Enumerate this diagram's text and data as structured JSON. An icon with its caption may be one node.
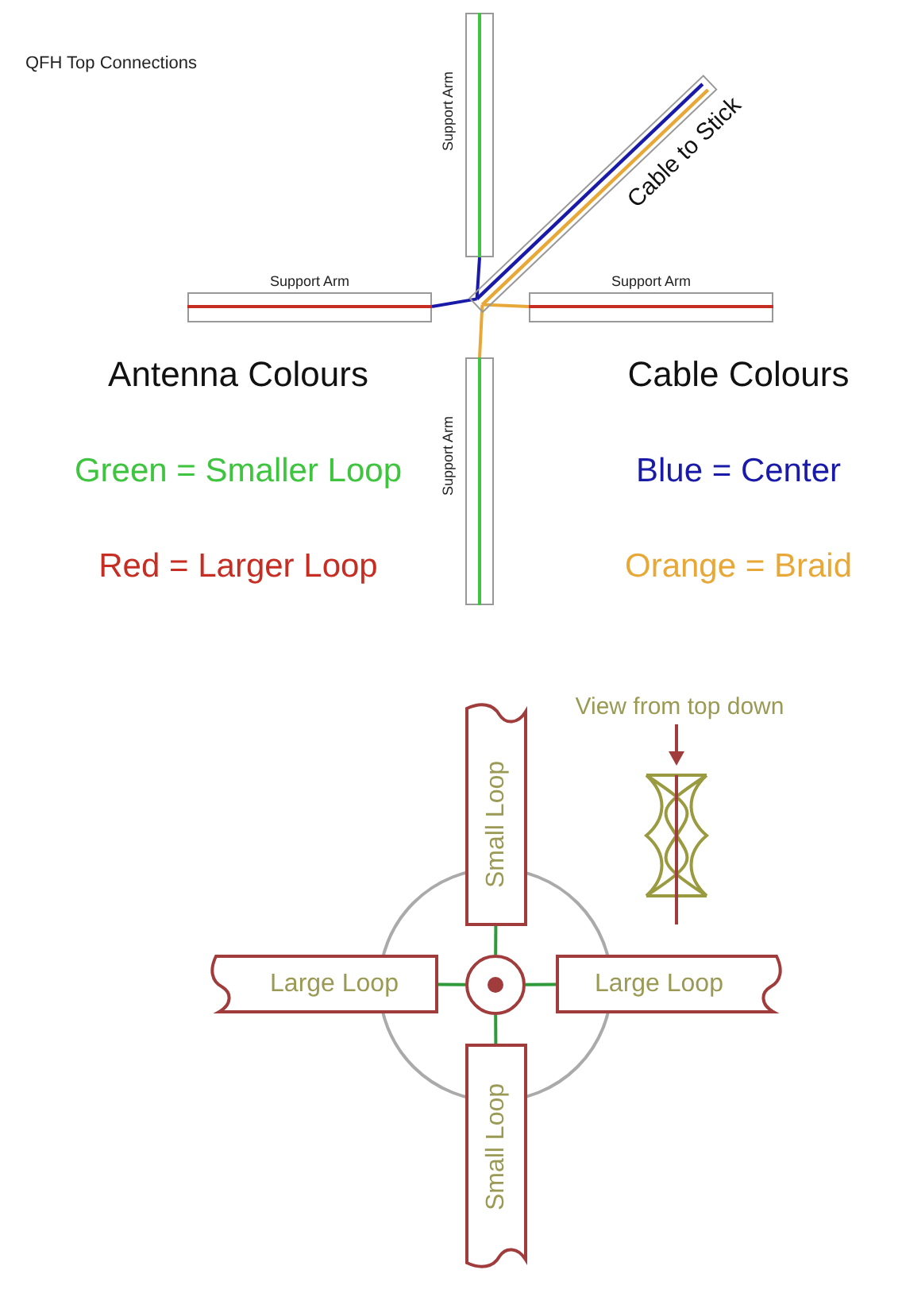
{
  "diagram": {
    "title": "QFH Top Connections",
    "nodes": [
      {
        "text": [
          "Support Arm"
        ]
      },
      {
        "text": [
          "Support Arm"
        ]
      },
      {
        "text": [
          "Support Arm"
        ]
      },
      {
        "text": [
          "Support Arm"
        ]
      },
      {
        "text": [
          "Cable to Stick"
        ]
      },
      {
        "text": [
          "Small Loop"
        ]
      },
      {
        "text": [
          "Large Loop"
        ]
      },
      {
        "text": [],
        "shape": "circle"
      },
      {
        "text": [
          "Large Loop"
        ]
      },
      {
        "text": [
          "Small Loop"
        ]
      }
    ],
    "edges": [
      {
        "from": 7,
        "to": 5,
        "arrow": "none"
      },
      {
        "from": 7,
        "to": 6,
        "arrow": "none"
      },
      {
        "from": 7,
        "to": 8,
        "arrow": "none"
      },
      {
        "from": 7,
        "to": 9,
        "arrow": "none"
      },
      {
        "from": 4,
        "to": 0,
        "arrow": "none",
        "color": "#1a1aa8"
      },
      {
        "from": 4,
        "to": 1,
        "arrow": "none",
        "color": "#1a1aa8"
      },
      {
        "from": 4,
        "to": 2,
        "arrow": "none",
        "color": "#e8a838"
      },
      {
        "from": 4,
        "to": 3,
        "arrow": "none",
        "color": "#e8a838"
      }
    ],
    "labels": [
      "Antenna Colours",
      "Cable Colours",
      "Green = Smaller Loop",
      "Blue = Center",
      "Red = Larger Loop",
      "Orange = Braid",
      "View from top down"
    ]
  }
}
